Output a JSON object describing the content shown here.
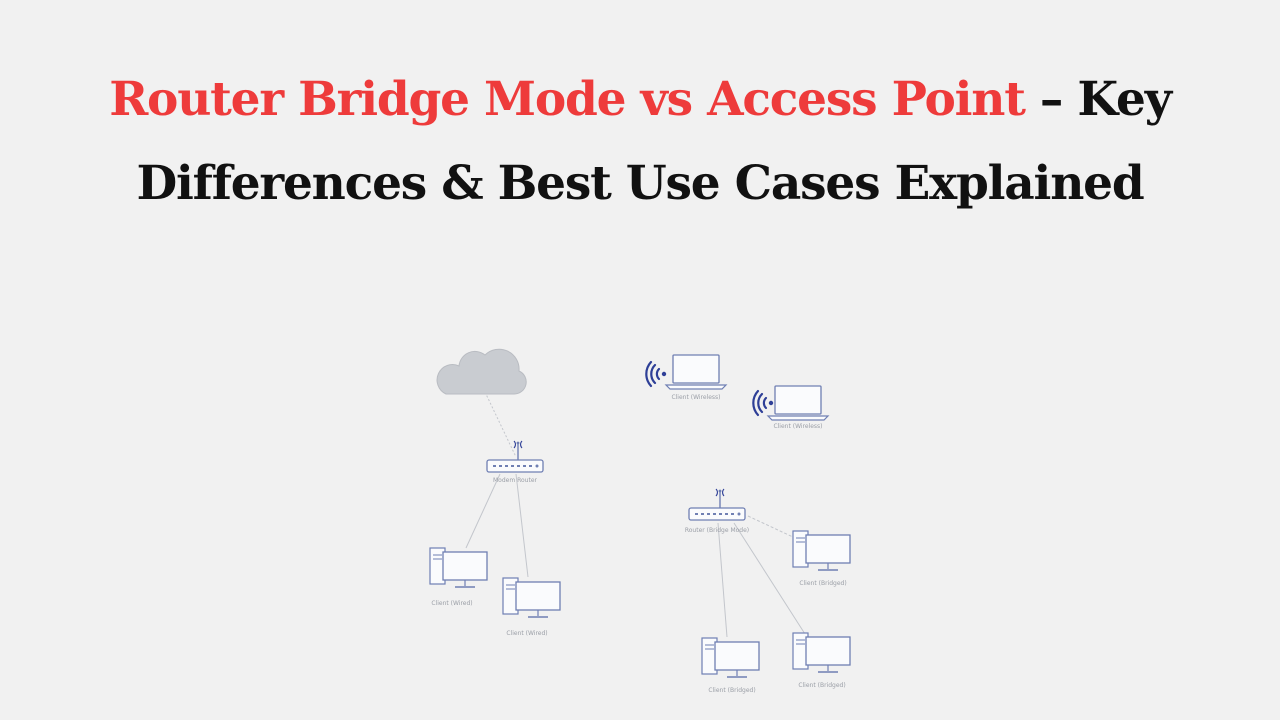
{
  "title": {
    "highlight": "Router Bridge Mode vs Access Point",
    "rest": "– Key",
    "line2": "Differences & Best Use Cases Explained"
  },
  "colors": {
    "highlight": "#ee3b3b",
    "text": "#111111",
    "background": "#f1f1f1",
    "device_stroke": "#6f7fb3",
    "wifi": "#2e3f97",
    "cloud": "#c9ccd1"
  },
  "diagram": {
    "icons": [
      "cloud-icon",
      "router-icon",
      "computer-icon",
      "laptop-icon",
      "wifi-icon"
    ],
    "labels": {
      "modem_router": "Modem Router",
      "client_wired_1": "Client (Wired)",
      "client_wired_2": "Client (Wired)",
      "router_bridge": "Router (Bridge Mode)",
      "client_wireless_1": "Client (Wireless)",
      "client_wireless_2": "Client (Wireless)",
      "client_bridged_1": "Client (Bridged)",
      "client_bridged_2": "Client (Bridged)",
      "client_bridged_3": "Client (Bridged)"
    }
  }
}
